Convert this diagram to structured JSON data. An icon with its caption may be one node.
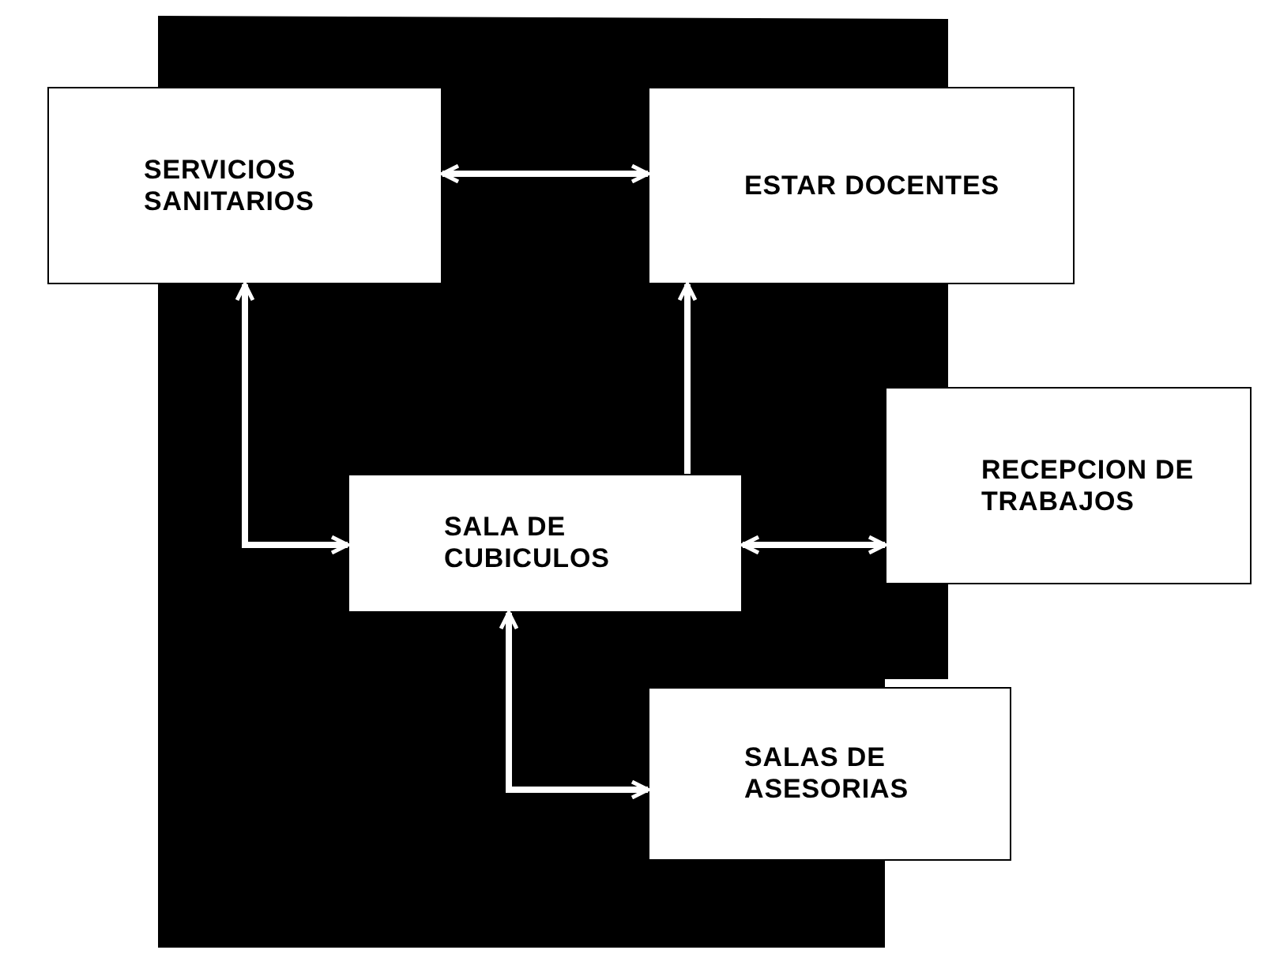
{
  "diagram": {
    "nodes": [
      {
        "text": [
          "SERVICIOS SANITARIOS"
        ]
      },
      {
        "text": [
          "ESTAR DOCENTES"
        ]
      },
      {
        "text": [
          "SALA DE CUBICULOS"
        ]
      },
      {
        "text": [
          "RECEPCION DE TRABAJOS"
        ]
      },
      {
        "text": [
          "SALAS DE ASESORIAS"
        ]
      }
    ],
    "edges": [
      {
        "from": 0,
        "to": 1,
        "arrow": "both"
      },
      {
        "from": 0,
        "to": 2,
        "arrow": "both"
      },
      {
        "from": 2,
        "to": 1,
        "arrow": "to"
      },
      {
        "from": 3,
        "to": 2,
        "arrow": "both"
      },
      {
        "from": 2,
        "to": 4,
        "arrow": "both"
      }
    ]
  }
}
